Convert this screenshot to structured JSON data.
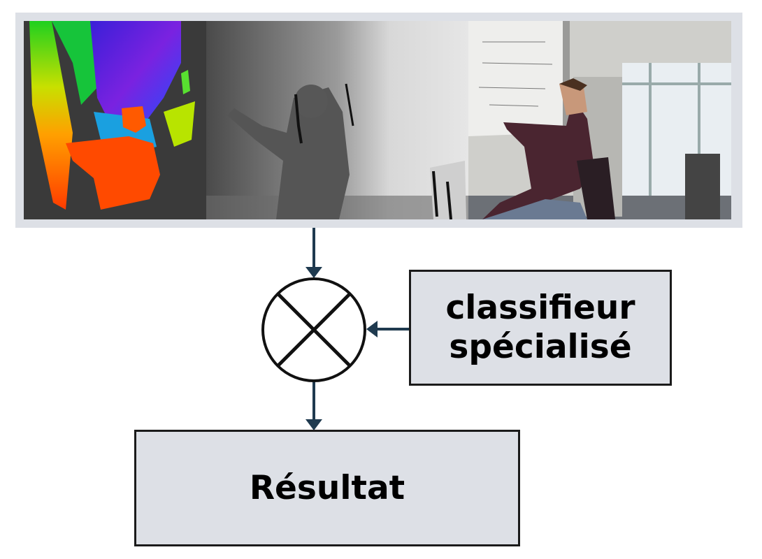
{
  "images": [
    {
      "name": "point-cloud",
      "description_icon": "point-cloud-image"
    },
    {
      "name": "depth-map",
      "description_icon": "depth-map-image"
    },
    {
      "name": "rgb-photo",
      "description_icon": "rgb-photo-image"
    }
  ],
  "classifier": {
    "line1": "classifieur",
    "line2": "spécialisé"
  },
  "result": {
    "label": "Résultat"
  },
  "colors": {
    "box_fill": "#dde0e6",
    "arrow": "#1f3a4f",
    "border": "#1b1b1b"
  }
}
